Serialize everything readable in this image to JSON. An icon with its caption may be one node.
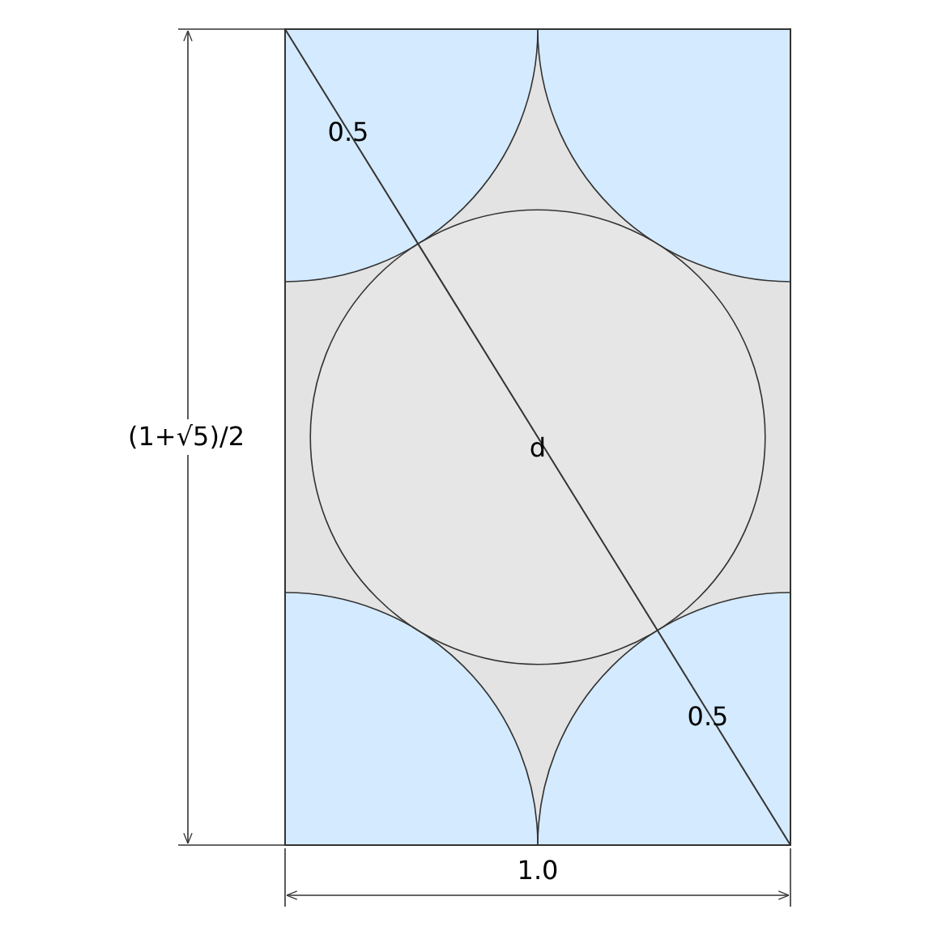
{
  "diagram": {
    "labels": [
      "0.5",
      "d",
      "0.5",
      "(1+√5)/2",
      "1.0"
    ]
  }
}
